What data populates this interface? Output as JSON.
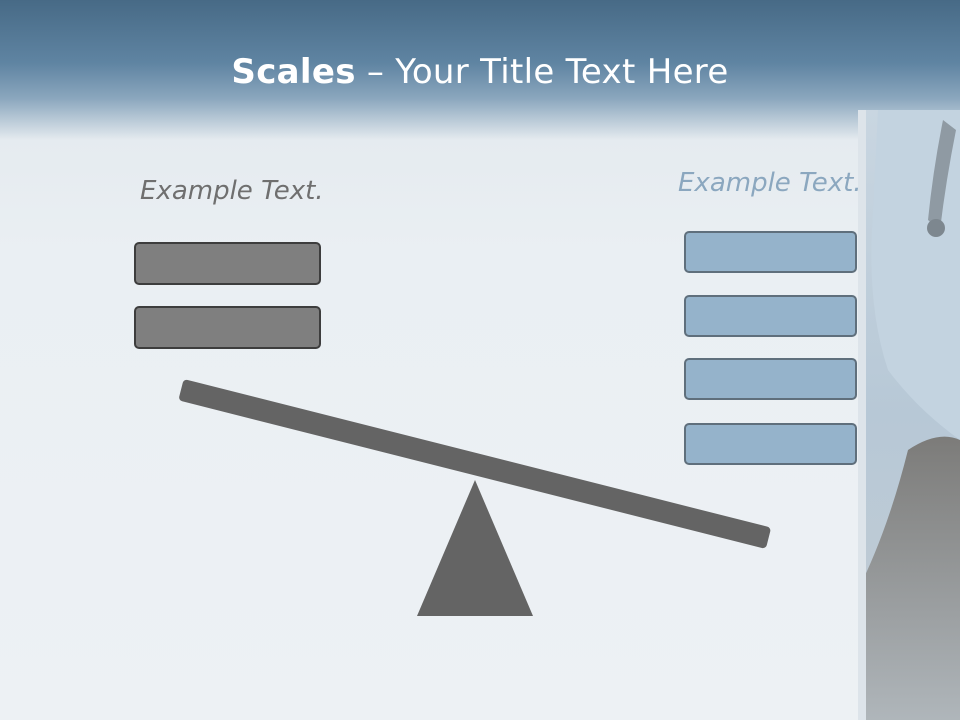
{
  "title": {
    "bold": "Scales",
    "rest": " – Your Title Text Here"
  },
  "left": {
    "label": "Example Text."
  },
  "right": {
    "label": "Example Text."
  },
  "colors": {
    "title_bar": "#476a86",
    "left_box_fill": "#7f7f7f",
    "right_box_fill": "#95b3cb",
    "beam": "#646464",
    "label_left": "#6f6f6f",
    "label_right": "#8ba7bf"
  }
}
